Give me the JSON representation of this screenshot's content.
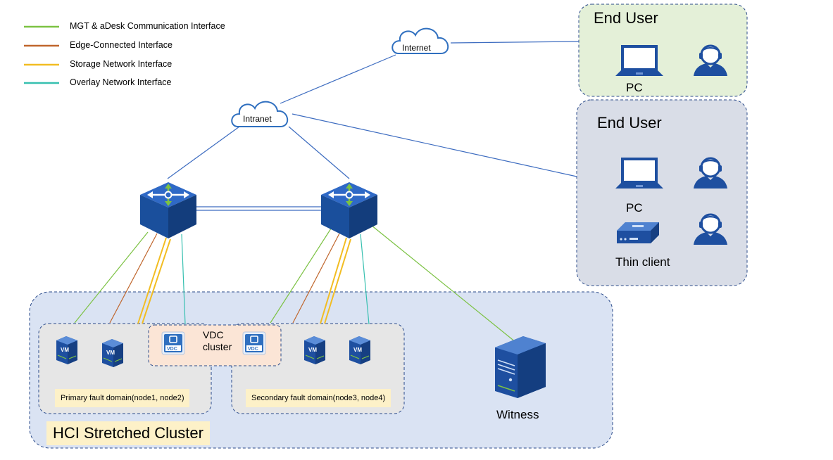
{
  "legend": [
    {
      "label": "MGT & aDesk Communication Interface",
      "color": "#7cc243"
    },
    {
      "label": "Edge-Connected Interface",
      "color": "#c0662c"
    },
    {
      "label": "Storage Network Interface",
      "color": "#f2bd22"
    },
    {
      "label": "Overlay Network Interface",
      "color": "#37c0b0"
    }
  ],
  "clouds": {
    "internet": "Internet",
    "intranet": "Intranet"
  },
  "end_user_top": {
    "title": "End User",
    "device": "PC"
  },
  "end_user_bottom": {
    "title": "End User",
    "pc": "PC",
    "thin_client": "Thin client"
  },
  "cluster": {
    "title": "HCI Stretched Cluster",
    "vdc_cluster": "VDC\ncluster",
    "primary_domain": "Primary fault domain(node1, node2)",
    "secondary_domain": "Secondary fault domain(node3, node4)",
    "vm_label": "VM",
    "vdc_label": "VDC"
  },
  "witness": "Witness",
  "icons": [
    "laptop-icon",
    "user-icon",
    "thin-client-icon",
    "switch-icon",
    "server-icon",
    "vm-icon",
    "vdc-icon",
    "cloud-icon"
  ],
  "colors": {
    "switch_blue": "#1a4f9c",
    "link_blue": "#3d6cc0",
    "end_user_green": "#e4f0d8",
    "end_user_gray": "#d9dde7",
    "cluster_bg": "#dae3f3"
  }
}
